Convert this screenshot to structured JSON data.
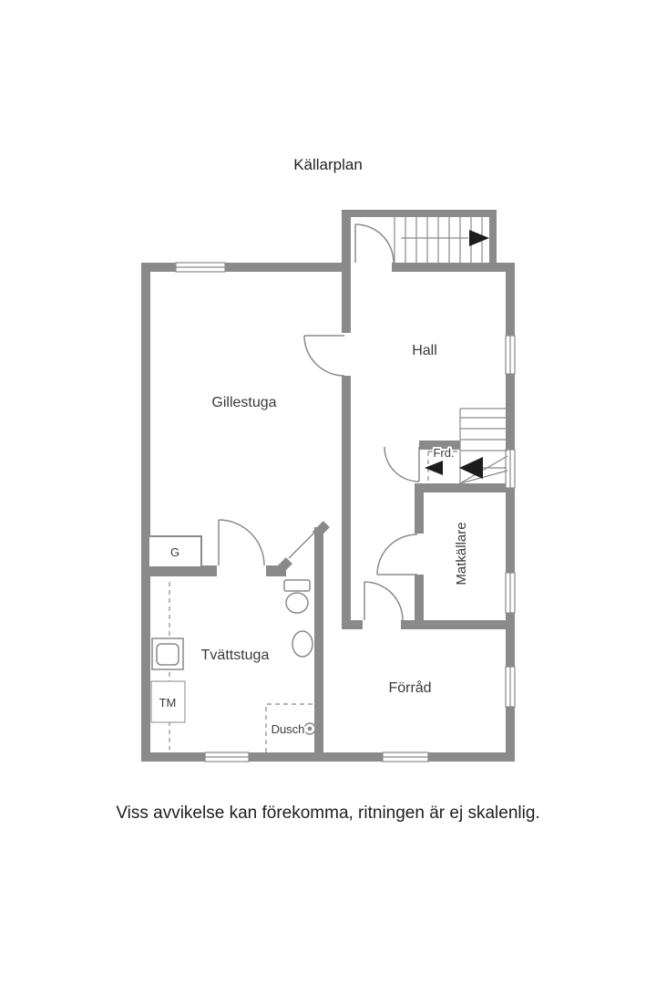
{
  "title": "Källarplan",
  "footer": "Viss avvikelse kan förekomma, ritningen är ej skalenlig.",
  "rooms": {
    "gillestuga": "Gillestuga",
    "hall": "Hall",
    "frd": "Frd.",
    "matkallare": "Matkällare",
    "tvattstuga": "Tvättstuga",
    "forrad": "Förråd",
    "dusch": "Dusch",
    "garderob": "G",
    "tvattmaskin": "TM"
  },
  "colors": {
    "wall": "#8a8a8a",
    "line": "#8a8a8a",
    "text": "#3a3a3a",
    "arrow": "#1c1c1c",
    "background": "#ffffff"
  }
}
